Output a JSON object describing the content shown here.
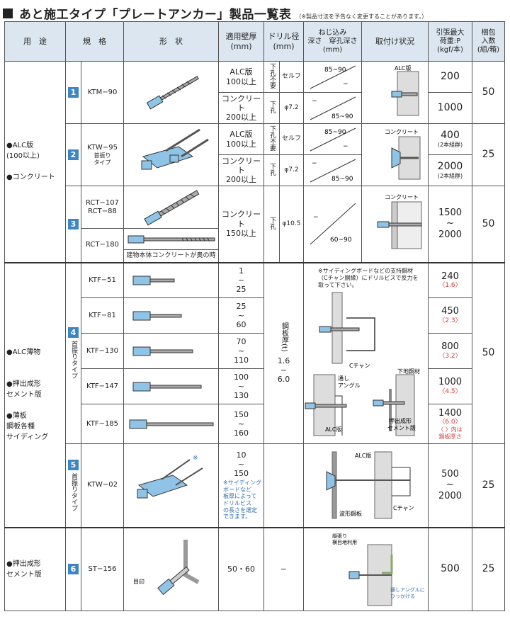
{
  "title": "あと施工タイプ「プレートアンカー」製品一覧表",
  "note": "（※製品寸法を予告なく変更することがあります。）",
  "headers": {
    "use": "用　途",
    "spec": "規　格",
    "shape": "形　状",
    "wall": "適用壁厚\n(mm)",
    "drill": "ドリル径\n(mm)",
    "depth": "ねじ込み\n深さ　穿孔深さ\n(mm)",
    "install": "取付け状況",
    "load": "引張最大\n荷重:P\n(kgf/本)",
    "pack": "梱包\n入数\n(組/箱)"
  },
  "groups": {
    "g1_use": "●ALC版\n(100以上)\n\n●コンクリート",
    "g2_use": "●ALC薄物\n\n\n●押出成形\nセメント版\n\n●薄板\n鋼板各種\nサイディング",
    "g3_use": "●押出成形\nセメント版"
  },
  "rows": {
    "n1": "1",
    "ktm90": "KTM−90",
    "ktm90_w1": "ALC版\n100以上",
    "ktm90_w2": "コンクリート\n200以上",
    "d_none": "下孔不要",
    "d_self": "セルフ",
    "d_hole": "下孔",
    "d72": "φ7.2",
    "dep1": "85~90",
    "dep2": "−",
    "dep3": "−",
    "dep4": "85~90",
    "l200": "200",
    "l1000": "1000",
    "p50a": "50",
    "alc_tag": "ALC版",
    "n2": "2",
    "ktw95": "KTW−95",
    "ktw95_sub": "首振り\nタイプ",
    "ktw95_w1": "ALC版\n100以上",
    "ktw95_w2": "コンクリート\n200以上",
    "dep5": "85~90",
    "dep6": "−",
    "dep7": "−",
    "dep8": "85~90",
    "l400": "400",
    "l400s": "(2本組群)",
    "l2000": "2000",
    "l2000s": "(2本組群)",
    "p25a": "25",
    "conc_tag": "コンクリート",
    "n3": "3",
    "rct107": "RCT−107\nRCT−88",
    "rct180": "RCT−180",
    "rct_w": "コンクリート\n150以上",
    "rct_d": "φ10.5",
    "dep9": "−",
    "dep10": "60~90",
    "l1500": "1500\n~\n2000",
    "p50b": "50",
    "rct_note": "建物本体コンクリートが奥の時",
    "conc_tag2": "コンクリート",
    "n4": "4",
    "n4_sub": "首振りタイプ",
    "ktf51": "KTF−51",
    "ktf81": "KTF−81",
    "ktf130": "KTF−130",
    "ktf147": "KTF−147",
    "ktf185": "KTF−185",
    "w51": "1\n~\n25",
    "w81": "25\n~\n60",
    "w130": "70\n~\n110",
    "w147": "100\n~\n130",
    "w185": "150\n~\n160",
    "steel": "鋼板厚(t)",
    "steel_range": "1.6\n~\n6.0",
    "ktf_note": "※サイディングボードなどの支持鋼材（Cチャン胴縁）にドリルビスで反力を取って下さい。",
    "c_chan": "Cチャン",
    "angle": "通し\nアングル",
    "shita": "下地鋼材",
    "alc_small": "ALC版",
    "extr": "押出成形\nセメント版",
    "l240": "240",
    "l240r": "〈1.6〉",
    "l450": "450",
    "l450r": "〈2.3〉",
    "l800": "800",
    "l800r": "〈3.2〉",
    "l1000b": "1000",
    "l1000r": "〈4.5〉",
    "l1400": "1400",
    "l1400r": "〈6.0〉",
    "l_note": "〈 〉内は\n鋼板厚さ",
    "p50c": "50",
    "n5": "5",
    "n5_sub": "首振りタイプ",
    "ktw02": "KTW−02",
    "w02": "10\n~\n150",
    "ktw02_note": "※サイディング\nボードなど\n板厚によって\nドリルビス\nの長さを選定\nできます。",
    "star": "※",
    "alc5": "ALC版",
    "namigata": "波形鋼板",
    "c_chan5": "Cチャン",
    "l500": "500\n~\n2000",
    "p25b": "25",
    "n6": "6",
    "st156": "ST−156",
    "w156": "50・60",
    "d156": "−",
    "mejirushi": "目印",
    "tate": "縦張り\n横目地利用",
    "angle6": "通しアングルに\nひっかける",
    "l500b": "500",
    "p25c": "25"
  },
  "colors": {
    "accent": "#3d86c6",
    "header": "#dce6f0",
    "red": "#d83a3a"
  }
}
